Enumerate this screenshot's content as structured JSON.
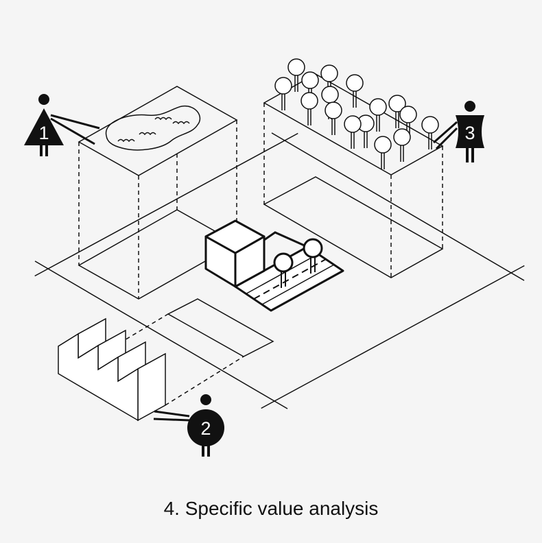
{
  "caption": "4. Specific value analysis",
  "figures": {
    "person_1": "1",
    "person_2": "2",
    "person_3": "3"
  },
  "colors": {
    "background": "#f5f5f5",
    "ink": "#111111",
    "fill": "#ffffff"
  }
}
